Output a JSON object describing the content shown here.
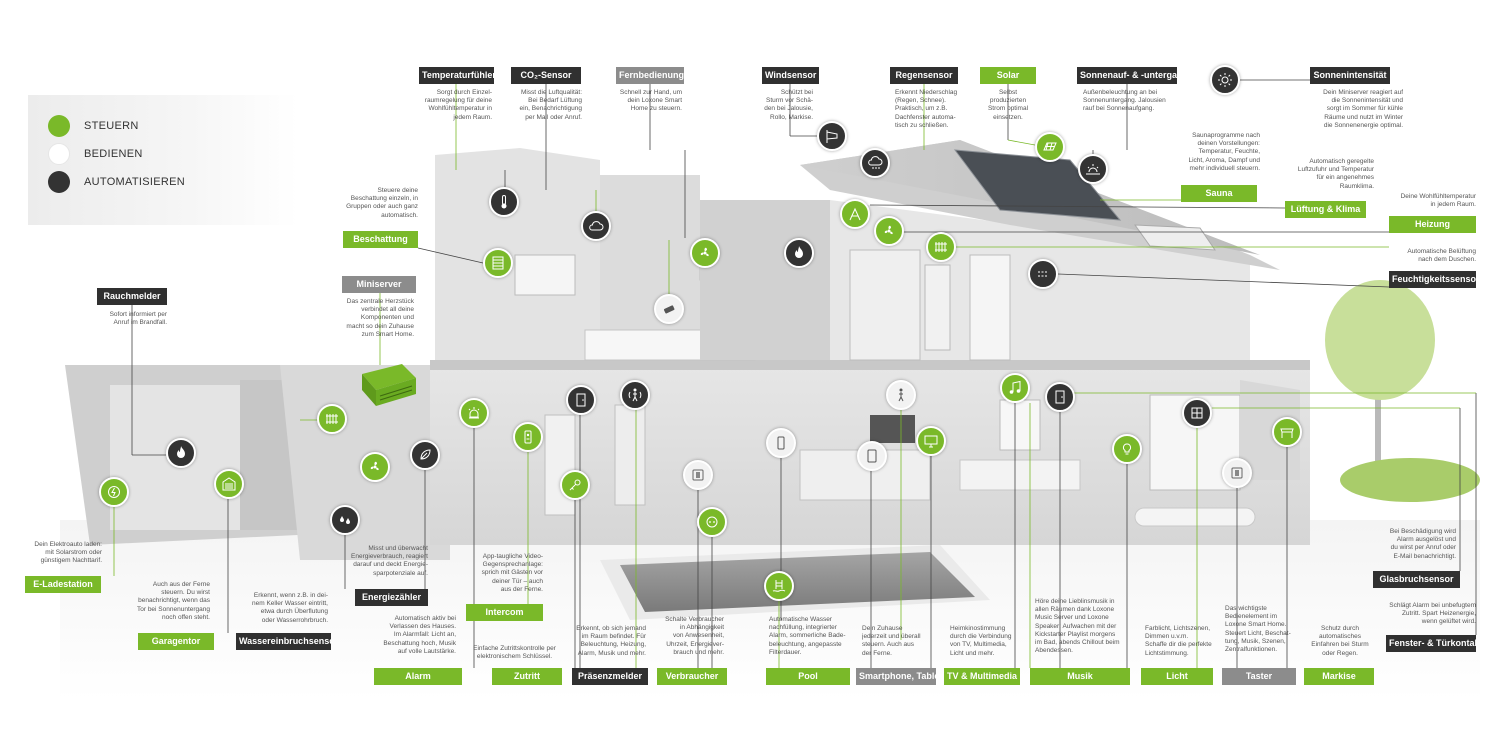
{
  "legend": {
    "items": [
      {
        "label": "STEUERN",
        "color": "#7ab929"
      },
      {
        "label": "BEDIENEN",
        "color": "#ffffff"
      },
      {
        "label": "AUTOMATISIEREN",
        "color": "#333333"
      }
    ]
  },
  "labels": {
    "temperaturfuehler": "Temperaturfühler",
    "co2_sensor": "CO₂-Sensor",
    "fernbedienung": "Fernbedienung",
    "windsensor": "Windsensor",
    "regensensor": "Regensensor",
    "solar": "Solar",
    "sonnenauf": "Sonnenauf- & -untergang",
    "sonnenintensitaet": "Sonnenintensität",
    "sauna": "Sauna",
    "lueftung": "Lüftung & Klima",
    "heizung": "Heizung",
    "feuchtigkeitssensor": "Feuchtigkeitssensor",
    "beschattung": "Beschattung",
    "miniserver": "Miniserver",
    "rauchmelder": "Rauchmelder",
    "glasbruchsensor": "Glasbruchsensor",
    "fenster_tuer": "Fenster- & Türkontakt",
    "e_ladestation": "E-Ladestation",
    "garagentor": "Garagentor",
    "wassereinbruch": "Wassereinbruchsensor",
    "energiezaehler": "Energiezähler",
    "intercom": "Intercom",
    "alarm": "Alarm",
    "zutritt": "Zutritt",
    "praesenzmelder": "Präsenzmelder",
    "verbraucher": "Verbraucher",
    "pool": "Pool",
    "smartphone": "Smartphone, Tablet",
    "tv": "TV & Multimedia",
    "musik": "Musik",
    "licht": "Licht",
    "taster": "Taster",
    "markise": "Markise"
  },
  "descriptions": {
    "temperaturfuehler": "Sorgt durch Einzel-\nraumregelung für deine\nWohlfühltemperatur in\njedem Raum.",
    "co2_sensor": "Misst die Luftqualität:\nBei Bedarf Lüftung\nein, Benachrichtigung\nper Mail oder Anruf.",
    "fernbedienung": "Schnell zur Hand, um\ndein Loxone Smart\nHome zu steuern.",
    "windsensor": "Schützt bei\nSturm vor Schä-\nden bei Jalousie,\nRollo, Markise.",
    "regensensor": "Erkennt Niederschlag\n(Regen, Schnee).\nPraktisch, um z.B.\nDachfenster automa-\ntisch zu schließen.",
    "solar": "Selbst\nproduzierten\nStrom optimal\neinsetzen.",
    "sonnenauf": "Außenbeleuchtung an bei\nSonnenuntergang. Jalousien\nrauf bei Sonnenaufgang.",
    "sonnenintensitaet": "Dein Miniserver reagiert auf\ndie Sonnenintensität und\nsorgt im Sommer für kühle\nRäume und nutzt im Winter\ndie Sonnenenergie optimal.",
    "sauna": "Saunaprogramme nach\ndeinen Vorstellungen:\nTemperatur, Feuchte,\nLicht, Aroma, Dampf und\nmehr individuell steuern.",
    "lueftung": "Automatisch geregelte\nLuftzufuhr und Temperatur\nfür ein angenehmes\nRaumklima.",
    "heizung": "Deine Wohlfühltemperatur\nin jedem Raum.",
    "feuchtigkeitssensor": "Automatische Belüftung\nnach dem Duschen.",
    "beschattung": "Steuere deine\nBeschattung einzeln, in\nGruppen oder auch ganz\nautomatisch.",
    "miniserver": "Das zentrale Herzstück\nverbindet all deine\nKomponenten und\nmacht so dein Zuhause\nzum Smart Home.",
    "rauchmelder": "Sofort informiert per\nAnruf im Brandfall.",
    "glasbruchsensor": "Bei Beschädigung wird\nAlarm ausgelöst und\ndu wirst per Anruf oder\nE-Mail benachrichtigt.",
    "fenster_tuer": "Schlägt Alarm bei unbefugtem\nZutritt. Spart Heizenergie,\nwenn gelüftet wird.",
    "e_ladestation": "Dein Elektroauto laden:\nmit Solarstrom oder\ngünstigem Nachttarif.",
    "garagentor": "Auch aus der Ferne\nsteuern. Du wirst\nbenachrichtigt, wenn das\nTor bei Sonnenuntergang\nnoch offen steht.",
    "wassereinbruch": "Erkennt, wenn z.B. in dei-\nnem Keller Wasser eintritt,\netwa durch Überflutung\noder Wasserrohrbruch.",
    "energiezaehler": "Misst und überwacht\nEnergieverbrauch, reagiert\ndarauf und deckt Energie-\nsparpotenziale auf.",
    "intercom": "App-taugliche Video-\nGegensprechanlage:\nsprich mit Gästen vor\ndeiner Tür – auch\naus der Ferne.",
    "alarm": "Automatisch aktiv bei\nVerlassen des Hauses.\nIm Alarmfall: Licht an,\nBeschattung hoch, Musik\nauf volle Lautstärke.",
    "zutritt": "Einfache Zutrittskontrolle per\nelektronischem Schlüssel.",
    "praesenzmelder": "Erkennt, ob sich jemand\nim Raum befindet. Für\nBeleuchtung, Heizung,\nAlarm, Musik und mehr.",
    "verbraucher": "Schalte Verbraucher\nin Abhängigkeit\nvon Anwesenheit,\nUhrzeit, Energiever-\nbrauch und mehr.",
    "pool": "Automatische Wasser\nnachfüllung, integrierter\nAlarm, sommerliche Bade-\nbeleuchtung, angepasste\nFilterdauer.",
    "smartphone": "Dein Zuhause\njederzeit und überall\nsteuern. Auch aus\nder Ferne.",
    "tv": "Heimkinostimmung\ndurch die Verbindung\nvon TV, Multimedia,\nLicht und mehr.",
    "musik": "Höre deine Lieblinsmusik in\nallen Räumen dank Loxone\nMusic Server und Loxone\nSpeaker: Aufwachen mit der\nKickstarter Playlist morgens\nim Bad, abends Chillout beim\nAbendessen.",
    "licht": "Farblicht, Lichtszenen,\nDimmen u.v.m.\nSchaffe dir die perfekte\nLichtstimmung.",
    "taster": "Das wichtigste\nBedienelement im\nLoxone Smart Home.\nSteuert Licht, Beschat-\ntung, Musik, Szenen,\nZentralfunktionen.",
    "markise": "Schutz durch\nautomatisches\nEinfahren bei Sturm\noder Regen."
  },
  "icons": [
    "thermometer-icon",
    "co2-cloud-icon",
    "remote-control-icon",
    "windsock-icon",
    "rain-cloud-icon",
    "solar-panel-icon",
    "sunrise-icon",
    "sun-icon",
    "shade-blind-icon",
    "fan-icon",
    "flame-icon",
    "radiator-icon",
    "humidity-icon",
    "smoke-flame-icon",
    "ev-charger-icon",
    "garage-door-icon",
    "water-drop-icon",
    "energy-meter-icon",
    "alarm-siren-icon",
    "intercom-icon",
    "door-icon",
    "key-icon",
    "motion-person-icon",
    "socket-icon",
    "pool-ladder-icon",
    "smartphone-icon",
    "tablet-icon",
    "tv-icon",
    "music-note-icon",
    "window-icon",
    "light-bulb-icon",
    "switch-icon",
    "awning-icon"
  ],
  "colors": {
    "steuern": "#7ab929",
    "automatisieren": "#303030",
    "bedienen": "#ffffff",
    "neutral_label": "#8c8c8c"
  }
}
